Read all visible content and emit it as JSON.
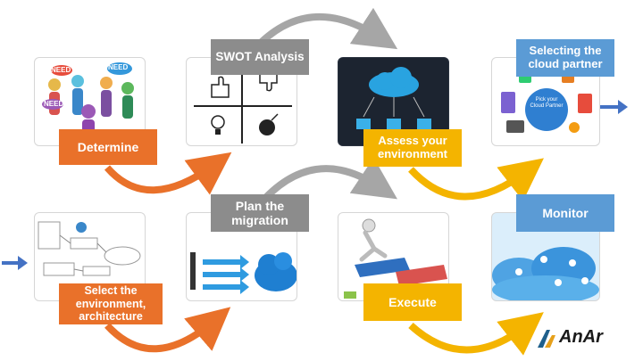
{
  "steps": {
    "determine": "Determine",
    "swot": "SWOT Analysis",
    "assess": "Assess your environment",
    "partner": "Selecting the cloud partner",
    "select_env": "Select the environment, architecture",
    "plan": "Plan the migration",
    "execute": "Execute",
    "monitor": "Monitor"
  },
  "card_texts": {
    "need_bubbles": [
      "NEED",
      "NEED",
      "NEED"
    ],
    "pick_cloud": "Pick your Cloud Partner"
  },
  "logo_text": "AnAr",
  "colors": {
    "orange": "#e9712a",
    "gold": "#f4b400",
    "gray": "#8c8c8c",
    "blue": "#5b9bd5",
    "arrow_gray": "#a6a6a6",
    "flow_blue": "#4472c4"
  }
}
